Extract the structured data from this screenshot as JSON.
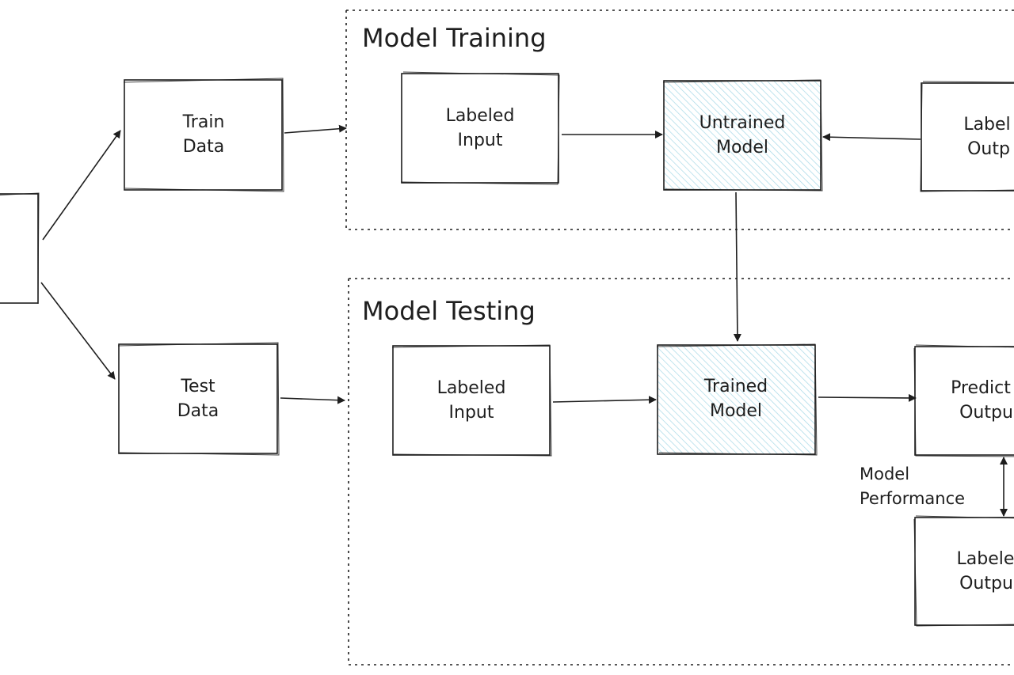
{
  "groups": {
    "training": {
      "title": "Model Training"
    },
    "testing": {
      "title": "Model Testing"
    }
  },
  "boxes": {
    "train_data": {
      "line1": "Train",
      "line2": "Data"
    },
    "test_data": {
      "line1": "Test",
      "line2": "Data"
    },
    "train_labeled_input": {
      "line1": "Labeled",
      "line2": "Input"
    },
    "untrained_model": {
      "line1": "Untrained",
      "line2": "Model"
    },
    "train_labeled_output": {
      "line1": "Label",
      "line2": "Outp"
    },
    "test_labeled_input": {
      "line1": "Labeled",
      "line2": "Input"
    },
    "trained_model": {
      "line1": "Trained",
      "line2": "Model"
    },
    "predicted_output": {
      "line1": "Predict",
      "line2": "Outpu"
    },
    "test_labeled_output": {
      "line1": "Labele",
      "line2": "Outpu"
    }
  },
  "annotations": {
    "model_performance": {
      "line1": "Model",
      "line2": "Performance"
    }
  },
  "colors": {
    "stroke": "#1e1e1e",
    "hatch": "#a5d8e6",
    "background": "#ffffff"
  }
}
